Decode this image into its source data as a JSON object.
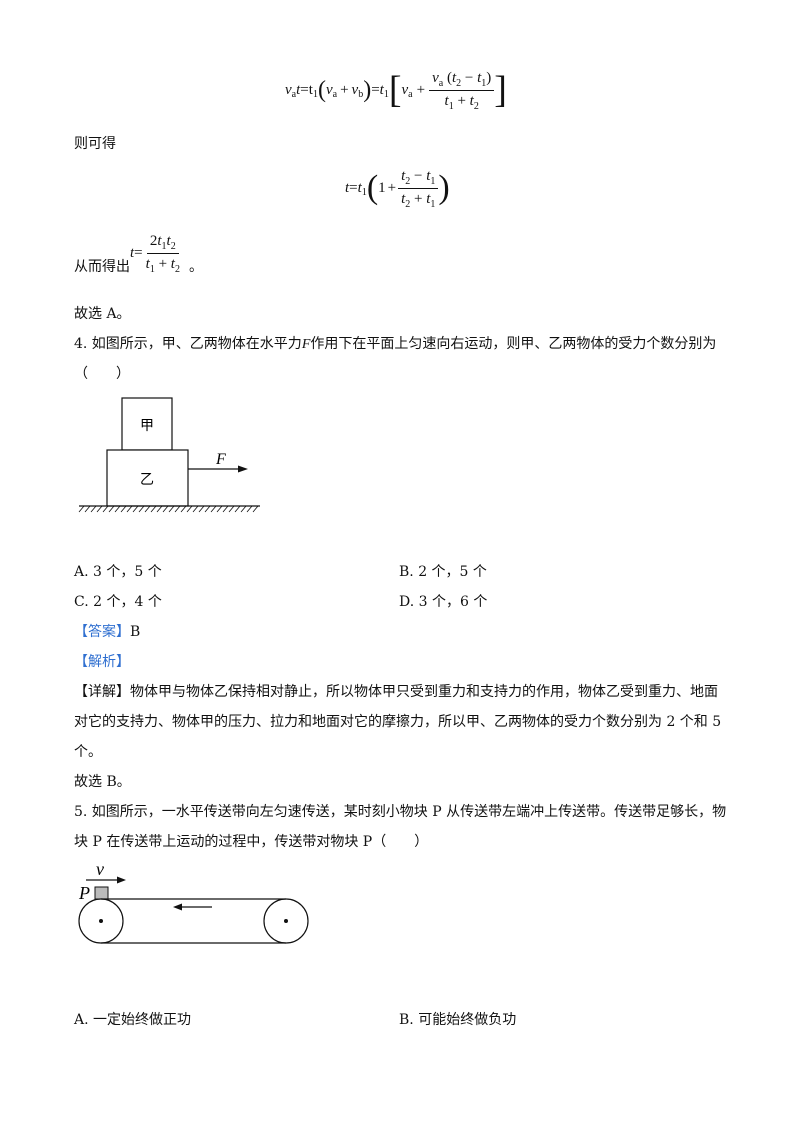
{
  "eq1": {
    "lhs": "v",
    "lhs_sub": "a",
    "t": "t",
    "eq": "=t",
    "t1_sub": "1",
    "va_sub": "a",
    "vb_sub": "b",
    "plus": "+",
    "t_sym": "t",
    "t2_sub": "2",
    "minus": "−"
  },
  "line_then": "则可得",
  "eq2": {
    "t": "t",
    "eq": "=",
    "one": "1",
    "plus": "+",
    "minus": "−"
  },
  "line_thus": "从而得出",
  "eq3": {
    "t": "t",
    "eq": "=",
    "num": "2",
    "dot": "。"
  },
  "choose_a": "故选 A。",
  "q4": {
    "stem_pre": "4. 如图所示，甲、乙两物体在水平力",
    "stem_F": "F",
    "stem_post": "作用下在平面上匀速向右运动，则甲、乙两物体的受力个数分别为",
    "paren": "（　　）",
    "fig_top": "甲",
    "fig_bottom": "乙",
    "fig_force": "F",
    "options": [
      "A. 3 个，5 个",
      "B. 2 个，5 个",
      "C. 2 个，4 个",
      "D. 3 个，6 个"
    ],
    "answer_label": "【答案】",
    "answer": "B",
    "analysis_label": "【解析】",
    "detail_label": "【详解】",
    "detail_l1": "物体甲与物体乙保持相对静止，所以物体甲只受到重力和支持力的作用，物体乙受到重力、地面",
    "detail_l2": "对它的支持力、物体甲的压力、拉力和地面对它的摩擦力，所以甲、乙两物体的受力个数分别为 2 个和 5",
    "detail_l3": "个。",
    "choose": "故选 B。"
  },
  "q5": {
    "stem_l1": "5. 如图所示，一水平传送带向左匀速传送，某时刻小物块 P 从传送带左端冲上传送带。传送带足够长，物",
    "stem_l2": "块 P 在传送带上运动的过程中，传送带对物块 P（　　）",
    "fig_v": "v",
    "fig_p": "P",
    "options": [
      "A.  一定始终做正功",
      "B.  可能始终做负功"
    ]
  }
}
